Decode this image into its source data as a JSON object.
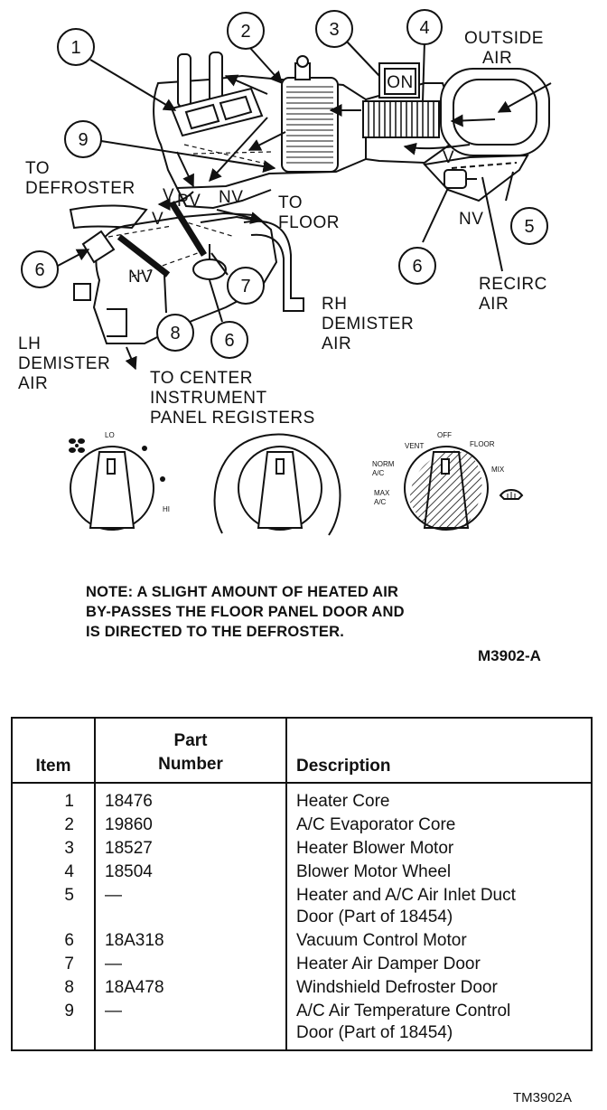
{
  "diagram": {
    "callouts": [
      "1",
      "2",
      "3",
      "4",
      "5",
      "6",
      "6",
      "6",
      "7",
      "8",
      "9"
    ],
    "labels": {
      "outside_air": [
        "OUTSIDE",
        "AIR"
      ],
      "to_defroster": [
        "TO",
        "DEFROSTER"
      ],
      "to_floor": [
        "TO",
        "FLOOR"
      ],
      "recirc_air": [
        "RECIRC",
        "AIR"
      ],
      "rh_demister_air": [
        "RH",
        "DEMISTER",
        "AIR"
      ],
      "lh_demister_air": [
        "LH",
        "DEMISTER",
        "AIR"
      ],
      "to_center": [
        "TO CENTER",
        "INSTRUMENT",
        "PANEL REGISTERS"
      ],
      "on": "ON",
      "v": "V",
      "pv": "PV",
      "nv": "NV"
    },
    "controls": {
      "fan_low": "LO",
      "fan_high": "HI",
      "mode_vent": "VENT",
      "mode_off": "OFF",
      "mode_floor": "FLOOR",
      "mode_mix": "MIX",
      "mode_norm": [
        "NORM",
        "A/C"
      ],
      "mode_max": [
        "MAX",
        "A/C"
      ]
    }
  },
  "note": [
    "NOTE: A SLIGHT AMOUNT OF HEATED AIR",
    "BY-PASSES THE FLOOR PANEL DOOR AND",
    "IS DIRECTED TO THE DEFROSTER."
  ],
  "figure_id": "M3902-A",
  "table": {
    "headers": {
      "item": "Item",
      "part_number": [
        "Part",
        "Number"
      ],
      "description": "Description"
    },
    "rows": [
      {
        "item": "1",
        "part": "18476",
        "desc": [
          "Heater Core"
        ]
      },
      {
        "item": "2",
        "part": "19860",
        "desc": [
          "A/C Evaporator Core"
        ]
      },
      {
        "item": "3",
        "part": "18527",
        "desc": [
          "Heater Blower Motor"
        ]
      },
      {
        "item": "4",
        "part": "18504",
        "desc": [
          "Blower Motor Wheel"
        ]
      },
      {
        "item": "5",
        "part": "—",
        "desc": [
          "Heater and A/C Air Inlet Duct",
          "Door (Part of 18454)"
        ]
      },
      {
        "item": "6",
        "part": "18A318",
        "desc": [
          "Vacuum Control Motor"
        ]
      },
      {
        "item": "7",
        "part": "—",
        "desc": [
          "Heater Air Damper Door"
        ]
      },
      {
        "item": "8",
        "part": "18A478",
        "desc": [
          "Windshield Defroster Door"
        ]
      },
      {
        "item": "9",
        "part": "—",
        "desc": [
          "A/C Air Temperature Control",
          "Door (Part of 18454)"
        ]
      }
    ]
  },
  "doc_id": "TM3902A"
}
